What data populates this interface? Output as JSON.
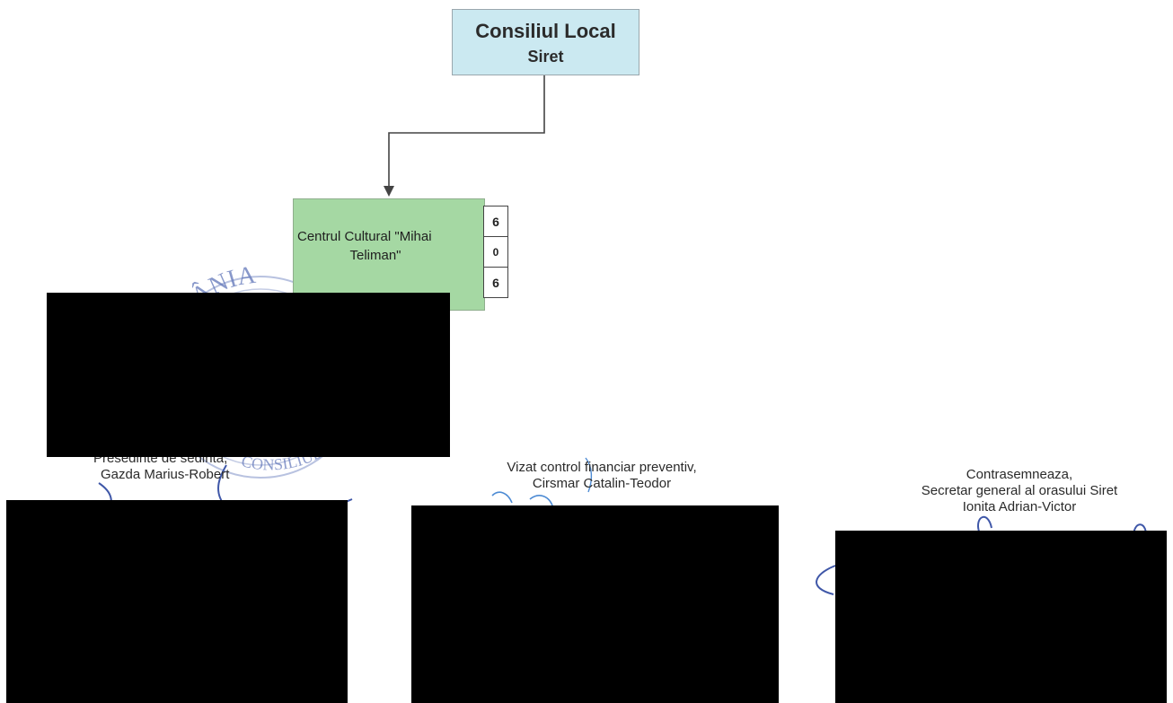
{
  "org_chart": {
    "council": {
      "line1": "Consiliul Local",
      "line2": "Siret"
    },
    "center": {
      "line1": "Centrul Cultural \"Mihai",
      "line2": "Teliman\""
    },
    "counts": [
      "6",
      "0",
      "6"
    ]
  },
  "stamp": {
    "text_top": "ROMÂNIA",
    "text_bottom": "CONSILIUL LOCAL"
  },
  "signatures": {
    "left": {
      "line1": "Presedinte de sedinta,",
      "line2": "Gazda Marius-Robert"
    },
    "middle": {
      "line1": "Vizat control financiar preventiv,",
      "line2": "Cirsmar Catalin-Teodor"
    },
    "right": {
      "line1": "Contrasemneaza,",
      "line2": "Secretar general al orasului Siret",
      "line3": "Ionita Adrian-Victor"
    }
  },
  "colors": {
    "council_fill": "#cbe9f1",
    "center_fill": "#a5d8a3",
    "stamp_ink": "#3f57a8",
    "redaction": "#000000"
  }
}
